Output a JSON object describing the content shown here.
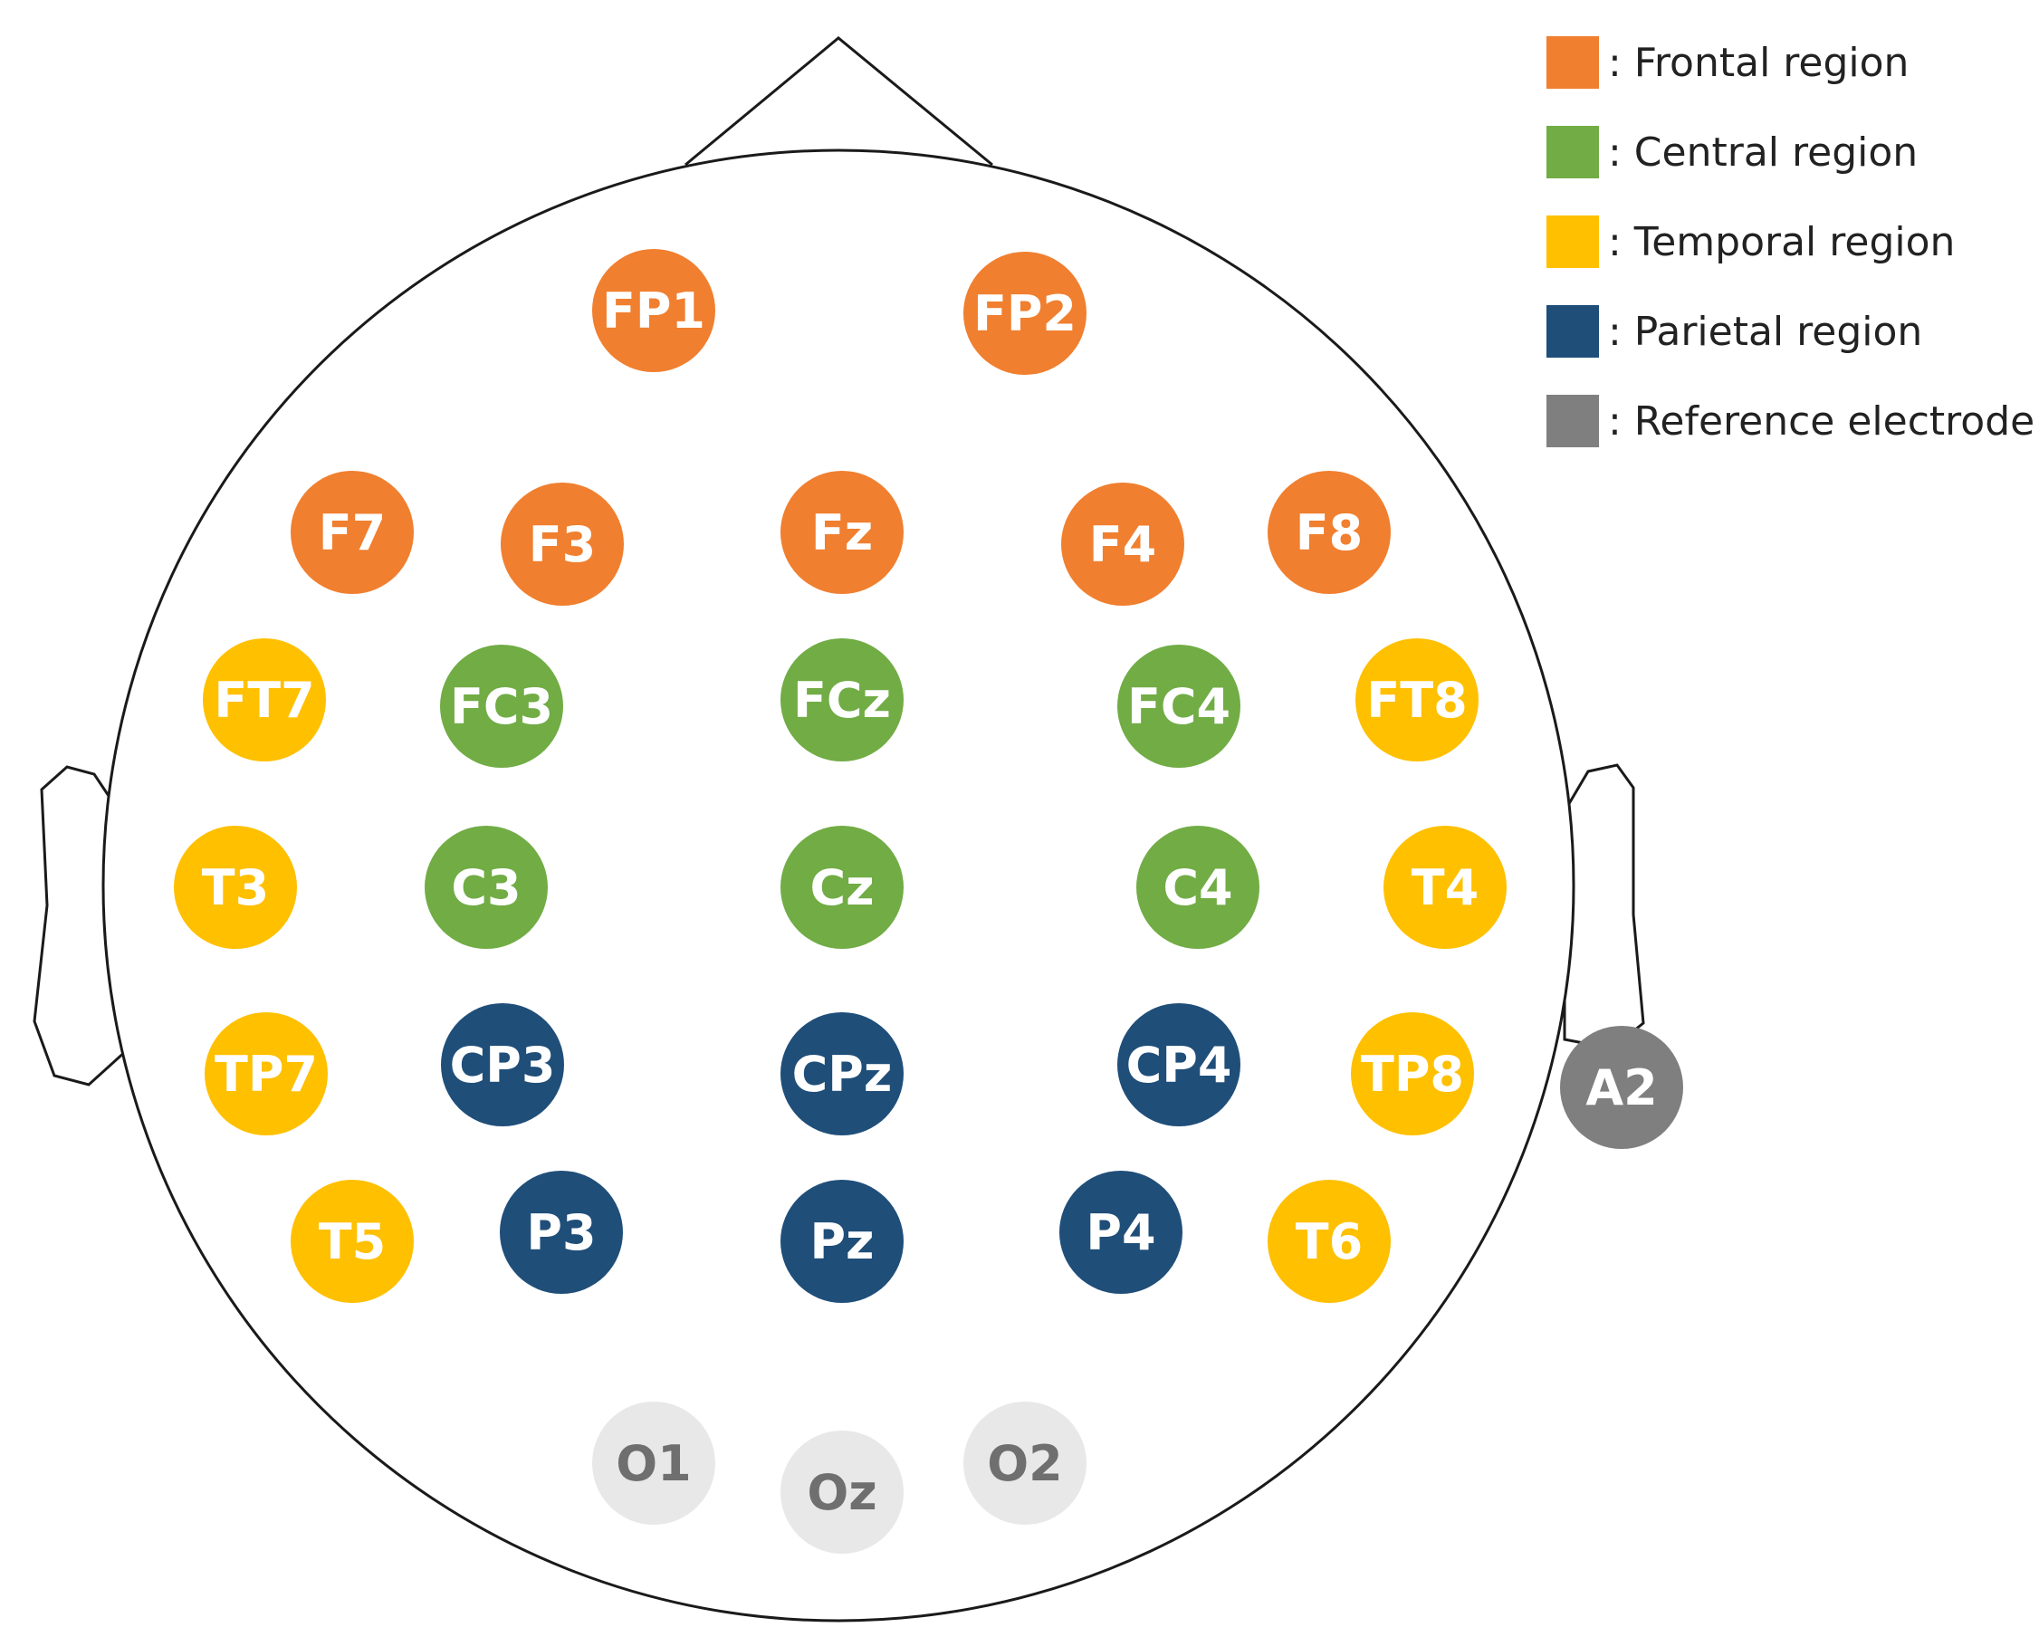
{
  "regions": {
    "frontal": {
      "label": ": Frontal region",
      "color": "#F07F2F",
      "text_color": "#ffffff"
    },
    "central": {
      "label": ": Central region",
      "color": "#71AC45",
      "text_color": "#ffffff"
    },
    "temporal": {
      "label": ": Temporal region",
      "color": "#FFC000",
      "text_color": "#ffffff"
    },
    "parietal": {
      "label": ": Parietal region",
      "color": "#1F4E79",
      "text_color": "#ffffff"
    },
    "reference": {
      "label": ": Reference electrode",
      "color": "#7F7F7F",
      "text_color": "#ffffff"
    },
    "occipital": {
      "label": "",
      "color": "#E8E8E8",
      "text_color": "#6F6F6F"
    }
  },
  "legend_order": [
    "frontal",
    "central",
    "temporal",
    "parietal",
    "reference"
  ],
  "electrodes": [
    {
      "label": "FP1",
      "region": "frontal"
    },
    {
      "label": "FP2",
      "region": "frontal"
    },
    {
      "label": "F7",
      "region": "frontal"
    },
    {
      "label": "F3",
      "region": "frontal"
    },
    {
      "label": "Fz",
      "region": "frontal"
    },
    {
      "label": "F4",
      "region": "frontal"
    },
    {
      "label": "F8",
      "region": "frontal"
    },
    {
      "label": "FT7",
      "region": "temporal"
    },
    {
      "label": "FC3",
      "region": "central"
    },
    {
      "label": "FCz",
      "region": "central"
    },
    {
      "label": "FC4",
      "region": "central"
    },
    {
      "label": "FT8",
      "region": "temporal"
    },
    {
      "label": "T3",
      "region": "temporal"
    },
    {
      "label": "C3",
      "region": "central"
    },
    {
      "label": "Cz",
      "region": "central"
    },
    {
      "label": "C4",
      "region": "central"
    },
    {
      "label": "T4",
      "region": "temporal"
    },
    {
      "label": "TP7",
      "region": "temporal"
    },
    {
      "label": "CP3",
      "region": "parietal"
    },
    {
      "label": "CPz",
      "region": "parietal"
    },
    {
      "label": "CP4",
      "region": "parietal"
    },
    {
      "label": "TP8",
      "region": "temporal"
    },
    {
      "label": "A2",
      "region": "reference"
    },
    {
      "label": "T5",
      "region": "temporal"
    },
    {
      "label": "P3",
      "region": "parietal"
    },
    {
      "label": "Pz",
      "region": "parietal"
    },
    {
      "label": "P4",
      "region": "parietal"
    },
    {
      "label": "T6",
      "region": "temporal"
    },
    {
      "label": "O1",
      "region": "occipital"
    },
    {
      "label": "Oz",
      "region": "occipital"
    },
    {
      "label": "O2",
      "region": "occipital"
    }
  ]
}
